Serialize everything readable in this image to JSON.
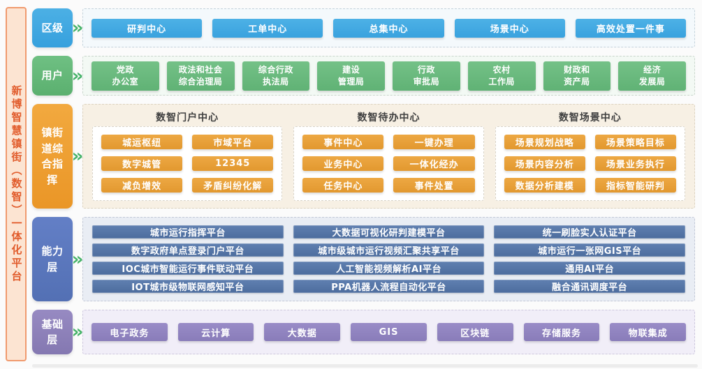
{
  "sidebar": {
    "title": "新博智慧镇街（数智）一体化平台"
  },
  "icons": {
    "chevron": "»"
  },
  "colors": {
    "sidebar_bg": "#fce4d2",
    "sidebar_border": "#f09a6e",
    "sidebar_text": "#e15c2c",
    "district_accent": "#3fa6e0",
    "users_accent": "#64b878",
    "command_accent": "#ef9f35",
    "capability_label": "#5a77bd",
    "capability_bar": "#5576a8",
    "foundation_accent": "#8e81ba",
    "chevron": "#45b268",
    "command_section_bg": "#f7f0e4"
  },
  "layers": {
    "district": {
      "label": "区级",
      "items": [
        "研判中心",
        "工单中心",
        "总集中心",
        "场景中心",
        "高效处置一件事"
      ]
    },
    "users": {
      "label": "用户",
      "items": [
        "党政\n办公室",
        "政法和社会\n综合治理局",
        "综合行政\n执法局",
        "建设\n管理局",
        "行政\n审批局",
        "农村\n工作局",
        "财政和\n资产局",
        "经济\n发展局"
      ]
    },
    "command": {
      "label": "镇街道综合指挥",
      "portal": {
        "title": "数智门户中心",
        "items": [
          "城运枢纽",
          "市域平台",
          "数字城管",
          "12345",
          "减负增效",
          "矛盾纠纷化解"
        ]
      },
      "todo": {
        "title": "数智待办中心",
        "items": [
          "事件中心",
          "一键办理",
          "业务中心",
          "一体化经办",
          "任务中心",
          "事件处置"
        ]
      },
      "scene": {
        "title": "数智场景中心",
        "items": [
          "场景规划战略",
          "场景策略目标",
          "场景内容分析",
          "场景业务执行",
          "数据分析建模",
          "指标智能研判"
        ]
      }
    },
    "capability": {
      "label": "能力层",
      "col1": [
        "城市运行指挥平台",
        "数字政府单点登录门户平台",
        "IOC城市智能运行事件联动平台",
        "IOT城市级物联网感知平台"
      ],
      "col2": [
        "大数据可视化研判建模平台",
        "城市级城市运行视频汇聚共享平台",
        "人工智能视频解析AI平台",
        "PPA机器人流程自动化平台"
      ],
      "col3": [
        "统一刷脸实人认证平台",
        "城市运行一张网GIS平台",
        "通用AI平台",
        "融合通讯调度平台"
      ]
    },
    "foundation": {
      "label": "基础层",
      "items": [
        "电子政务",
        "云计算",
        "大数据",
        "GIS",
        "区块链",
        "存储服务",
        "物联集成"
      ]
    }
  }
}
